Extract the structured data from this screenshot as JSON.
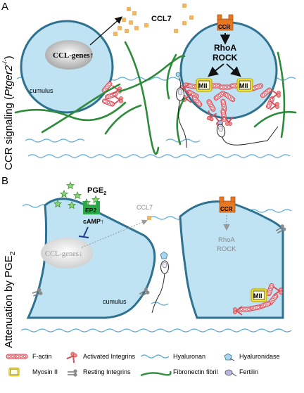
{
  "panel_a": {
    "letter": "A",
    "side_title_prefix": "CCR signaling (",
    "side_title_gene": "Ptger2",
    "side_title_suffix": ")",
    "side_title_sup": "-/-",
    "ccl7": "CCL7",
    "ccl_genes": "CCL-genes",
    "ccl_genes_arrow": "↑",
    "ccr": "CCR",
    "rhoa": "RhoA",
    "rock": "ROCK",
    "mii_left": "MII",
    "mii_right": "MII",
    "cumulus": "cumulus"
  },
  "panel_b": {
    "letter": "B",
    "side_title": "Attenuation by PGE",
    "side_title_sub": "2",
    "pge": "PGE",
    "pge_sub": "2",
    "ep2": "EP2",
    "camp": "cAMP↑",
    "ccl7": "CCL7",
    "ccl_genes": "CCL-genes↓",
    "ccr": "CCR",
    "rhoa": "RhoA",
    "rock": "ROCK",
    "mii": "MII",
    "cumulus": "cumulus"
  },
  "legend": {
    "f_actin": "F-actin",
    "activated_integrins": "Activated Integrins",
    "hyaluronan": "Hyaluronan",
    "hyaluronidase": "Hyaluronidase",
    "myosin": "Myosin II",
    "resting_integrins": "Resting Integrins",
    "fibronectin": "Fibronectin fibril",
    "fertilin": "Fertilin"
  },
  "colors": {
    "cell_fill": "#bfe3f2",
    "cell_stroke": "#2f7290",
    "fibronectin": "#2e8b3a",
    "hyaluronan": "#5aa9d6",
    "actin": "#e46a72",
    "myosin": "#f6ec3a",
    "ccr": "#e87722",
    "ep2": "#2aa84a",
    "ccl7_dots": "#f5b860",
    "pge2_stars": "#7fcf6e",
    "resting": "#8c8c8c",
    "camp_inhibit": "#1f3a8a"
  }
}
